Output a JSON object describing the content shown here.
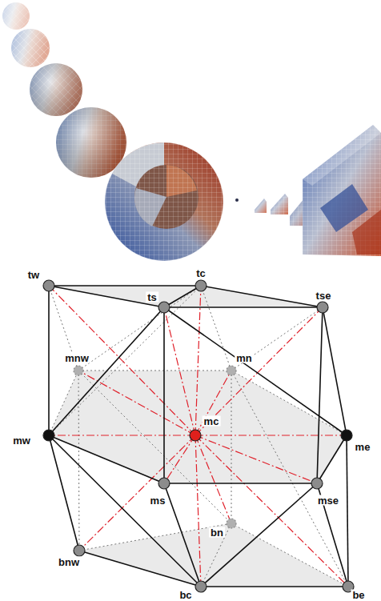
{
  "diagram": {
    "labels": [
      "tw",
      "tc",
      "ts",
      "tse",
      "mnw",
      "mn",
      "mw",
      "mc",
      "me",
      "ms",
      "mse",
      "bnw",
      "bn",
      "bc",
      "be"
    ]
  }
}
